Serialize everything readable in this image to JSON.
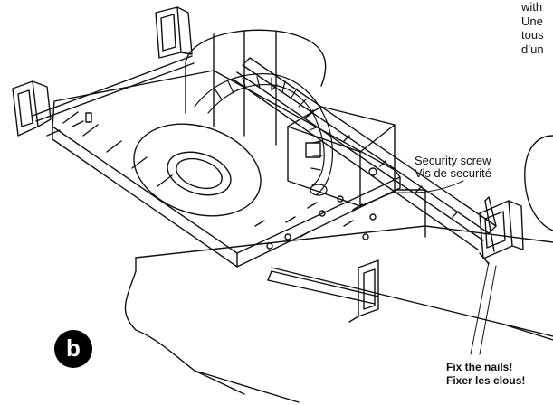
{
  "corner_text": [
    "with",
    "Une",
    "tous",
    "d’un"
  ],
  "callouts": {
    "security_screw_en": "Security screw",
    "security_screw_fr": "Vis de securité",
    "nails_en": "Fix the nails!",
    "nails_fr": "Fixer les clous!"
  },
  "step_badge": "b",
  "colors": {
    "line": "#111111",
    "background": "#ffffff",
    "badge": "#000000"
  }
}
